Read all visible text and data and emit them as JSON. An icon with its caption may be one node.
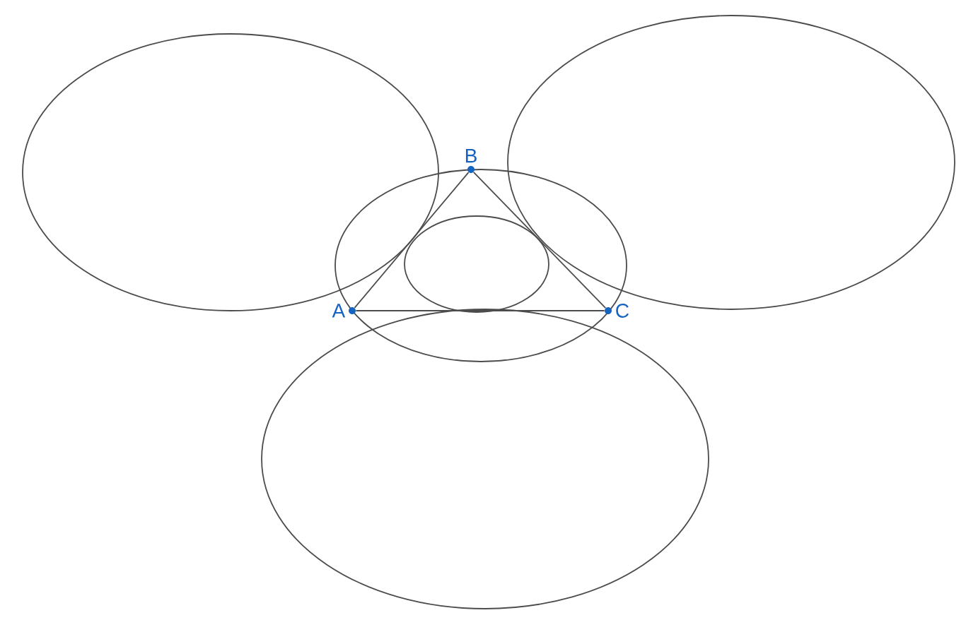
{
  "diagram": {
    "nodes": [
      {
        "text": [
          "A"
        ]
      },
      {
        "text": [
          "B"
        ]
      },
      {
        "text": [
          "C"
        ]
      }
    ],
    "edges": [
      {
        "from": 0,
        "to": 1,
        "arrow": "none"
      },
      {
        "from": 1,
        "to": 2,
        "arrow": "none"
      },
      {
        "from": 0,
        "to": 2,
        "arrow": "none"
      }
    ]
  }
}
